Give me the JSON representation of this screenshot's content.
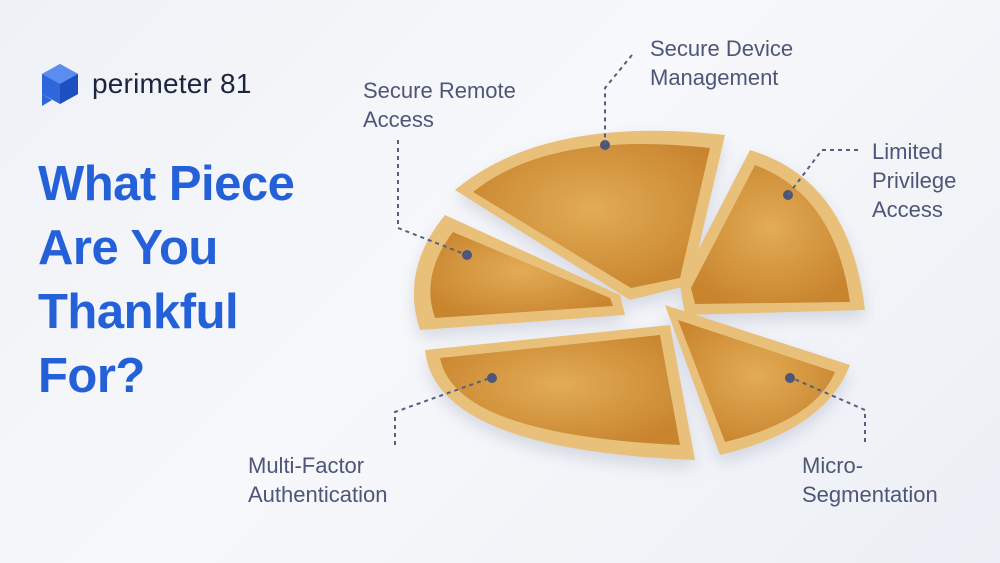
{
  "brand": {
    "name": "perimeter 81",
    "logo_icon": "perimeter81-cube-logo-icon"
  },
  "headline": {
    "lines": [
      "What Piece",
      "Are You",
      "Thankful",
      "For?"
    ]
  },
  "labels": {
    "secure_remote_access": [
      "Secure Remote",
      "Access"
    ],
    "secure_device_management": [
      "Secure Device",
      "Management"
    ],
    "limited_privilege_access": [
      "Limited",
      "Privilege",
      "Access"
    ],
    "multi_factor_authentication": [
      "Multi-Factor",
      "Authentication"
    ],
    "micro_segmentation": [
      "Micro-",
      "Segmentation"
    ]
  },
  "image": {
    "subject": "pumpkin-pie-slices"
  },
  "colors": {
    "headline": "#2460d8",
    "brand_text": "#1b2540",
    "label_text": "#4d5678",
    "leader_line": "#55607e",
    "pie_filling": "#d79a45",
    "pie_crust": "#e9c07a"
  }
}
